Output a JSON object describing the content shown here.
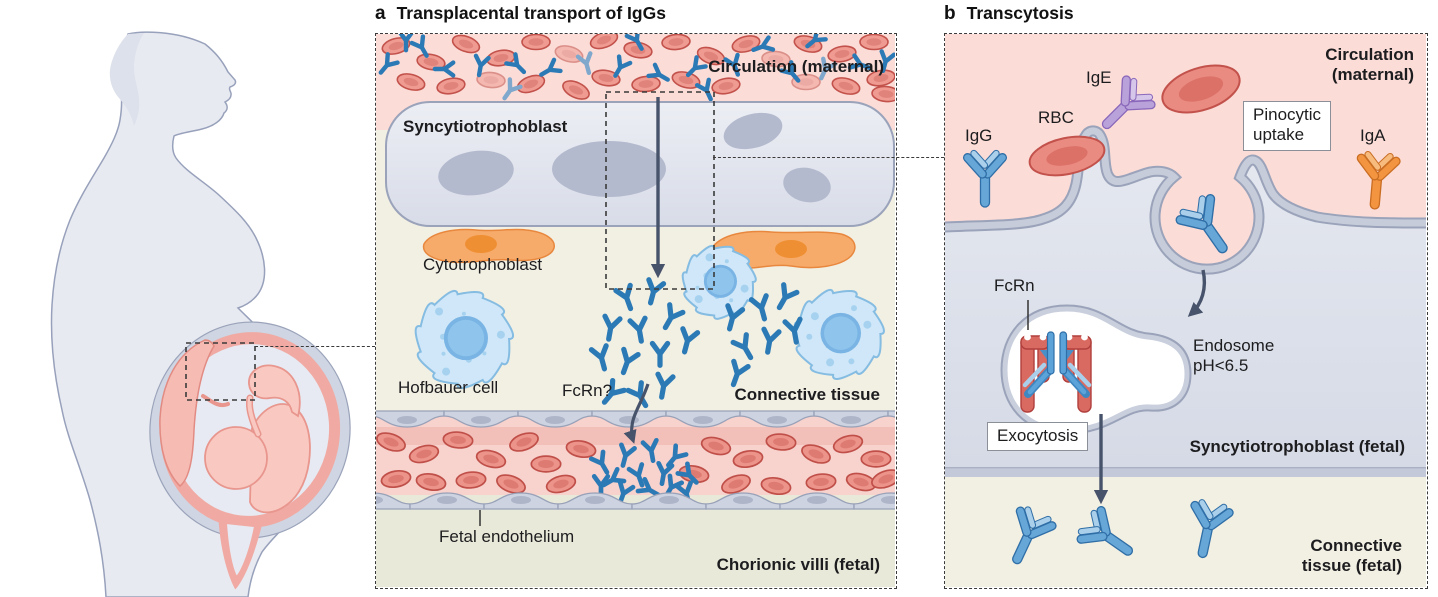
{
  "page": {
    "background": "#ffffff"
  },
  "colors": {
    "text": "#1d1d1f",
    "maternal_pink": "#fbdcd7",
    "connective_beige": "#f2efe3",
    "chorionic_beige": "#e9e9da",
    "membrane_gray": "#c3c9d9",
    "syncytio_gray": "#e0e4ed",
    "antibody_blue": "#2b7ab6",
    "ige_purple": "#b9a2da",
    "iga_orange": "#f29440",
    "fcrn_red": "#d96a62",
    "rbc_red": "#ef9b92",
    "arrow_dark": "#47536b"
  },
  "left_illustration": {
    "description": "pregnant-woman-sagittal-view-with-fetus-and-placenta"
  },
  "panel_a": {
    "panel_letter": "a",
    "title": "Transplacental transport of IgGs",
    "labels": {
      "circulation": "Circulation (maternal)",
      "syncytiotrophoblast": "Syncytiotrophoblast",
      "cytotrophoblast": "Cytotrophoblast",
      "hofbauer_cell": "Hofbauer cell",
      "fcrn_question": "FcRn?",
      "connective_tissue": "Connective tissue",
      "fetal_endothelium": "Fetal endothelium",
      "chorionic_villi": "Chorionic villi (fetal)"
    }
  },
  "panel_b": {
    "panel_letter": "b",
    "title": "Transcytosis",
    "labels": {
      "circulation": "Circulation\n(maternal)",
      "igg": "IgG",
      "rbc": "RBC",
      "ige": "IgE",
      "iga": "IgA",
      "pinocytic_uptake": "Pinocytic\nuptake",
      "fcrn": "FcRn",
      "endosome": "Endosome\npH<6.5",
      "exocytosis": "Exocytosis",
      "syncytiotrophoblast_fetal": "Syncytiotrophoblast (fetal)",
      "connective_tissue_fetal": "Connective\ntissue (fetal)"
    }
  }
}
